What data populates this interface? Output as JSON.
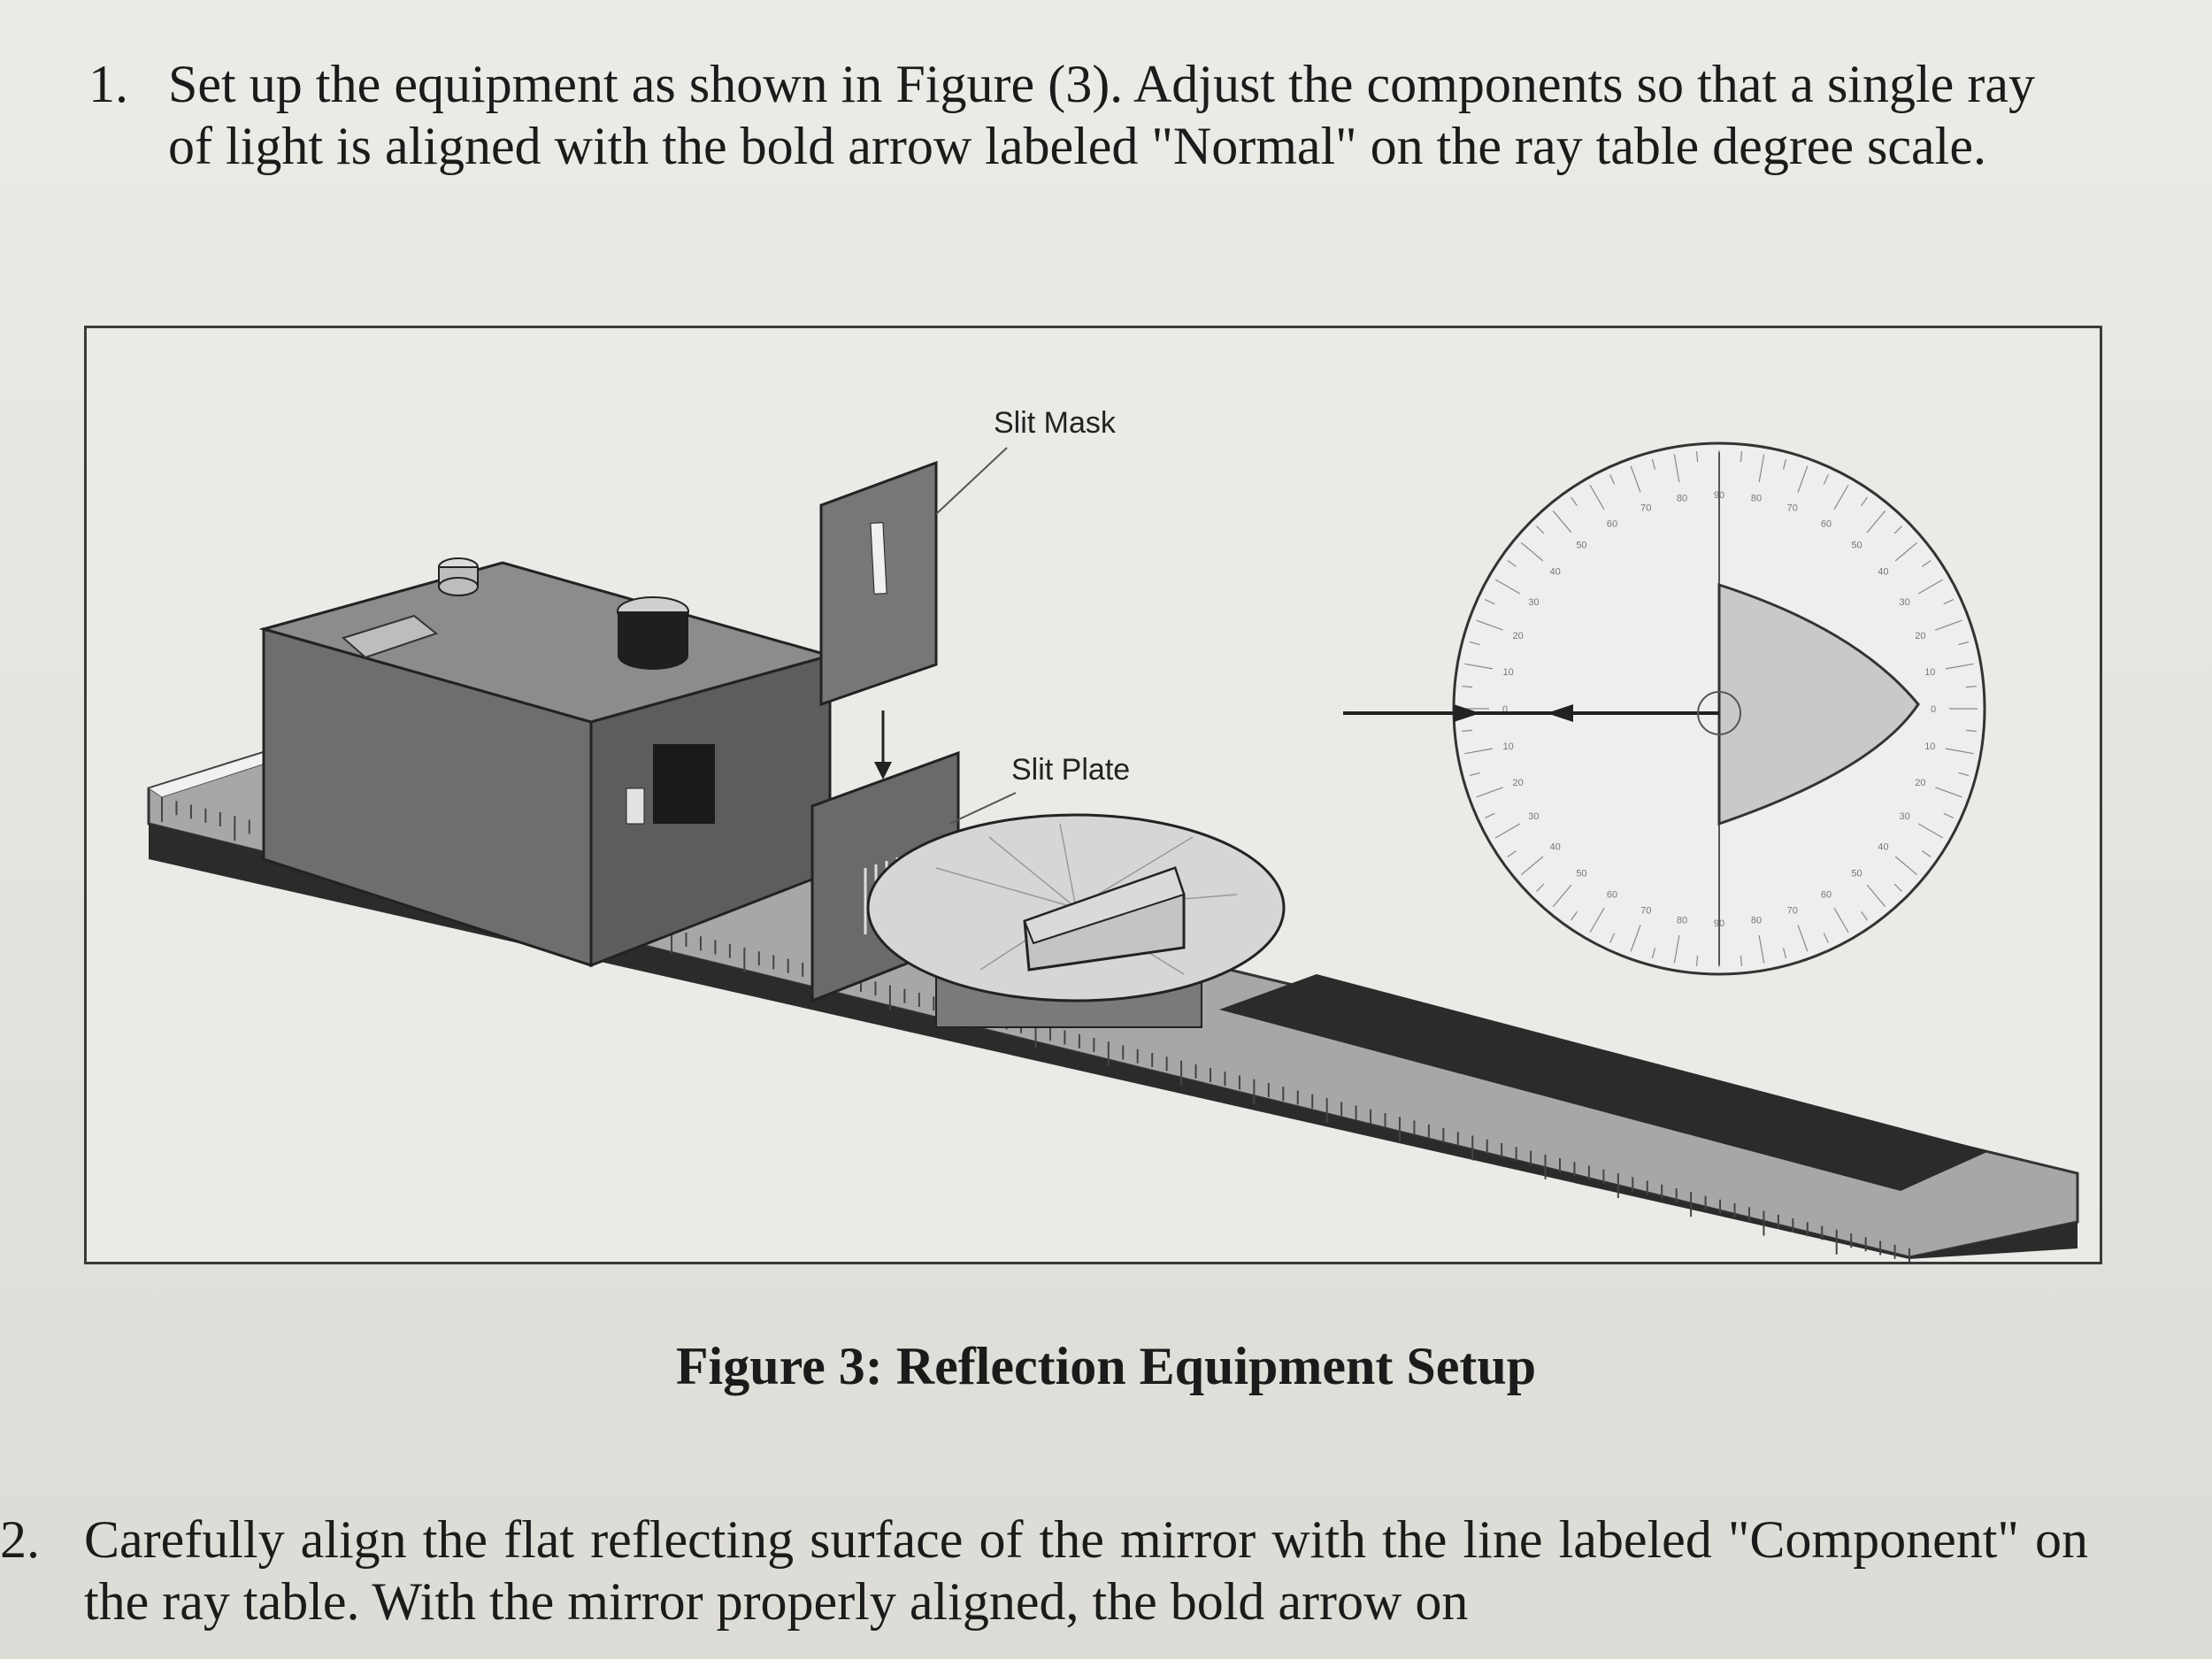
{
  "steps": [
    {
      "number": "1.",
      "text": "Set up the equipment as shown in Figure (3). Adjust the components so that a single ray of light is aligned with the bold arrow labeled \"Normal\" on the ray table degree scale."
    },
    {
      "number": "2.",
      "text": "Carefully align the flat reflecting surface of the mirror with the line labeled \"Component\" on the ray table. With the mirror properly aligned, the bold arrow on"
    }
  ],
  "figure": {
    "caption": "Figure 3:  Reflection Equipment Setup",
    "labels": {
      "slit_mask": "Slit Mask",
      "slit_plate": "Slit Plate"
    },
    "degree_marks": [
      "0",
      "10",
      "20",
      "30",
      "40",
      "50",
      "60",
      "70",
      "80",
      "90"
    ],
    "colors": {
      "light_source": "#6e6e6e",
      "bench": "#a7a7a7",
      "bench_stripe": "#2b2b2b",
      "ray_table": "#d6d6d6",
      "mirror": "#c4c4c4"
    }
  }
}
